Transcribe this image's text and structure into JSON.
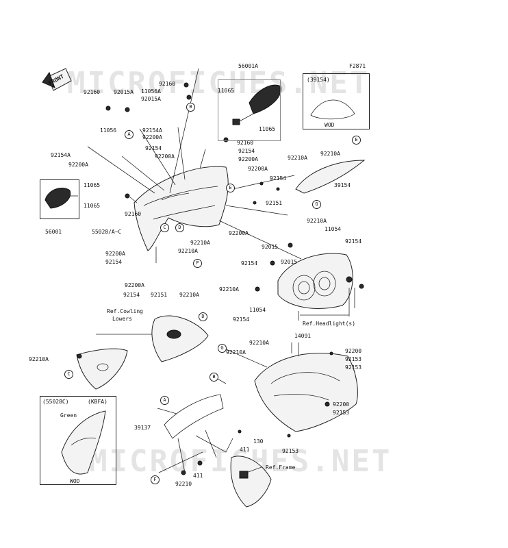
{
  "watermark": "MICROFICHES.NET",
  "figure_code": "F2871",
  "front_label": "FRONT",
  "boxes": {
    "inset_windscreen": {
      "code": "(39154)",
      "note": "WOD"
    },
    "inset_cowling": {
      "code": "(55028C)",
      "variant": "(KBFA)",
      "color": "Green",
      "note": "WOD"
    }
  },
  "refs": {
    "cowling_lowers_1": "Ref.Cowling",
    "cowling_lowers_2": "Lowers",
    "headlight": "Ref.Headlight(s)",
    "frame": "Ref.Frame"
  },
  "callouts": [
    "A",
    "B",
    "C",
    "D",
    "E",
    "F",
    "G"
  ],
  "labels": [
    "56001A",
    "11065",
    "11065",
    "92160",
    "11056A",
    "92015A",
    "92160",
    "92015A",
    "11056",
    "92154A",
    "92200A",
    "92154A",
    "92200A",
    "92154",
    "92200A",
    "92160",
    "92154",
    "92200A",
    "92200A",
    "92154",
    "92151",
    "11065",
    "11065",
    "92160",
    "56001",
    "55028/A~C",
    "92210A",
    "92200A",
    "92154",
    "92210A",
    "92200A",
    "92154",
    "92151",
    "92210A",
    "92200A",
    "92154",
    "92015",
    "92015",
    "92210A",
    "11054",
    "92154",
    "92210A",
    "92210A",
    "11054",
    "92154",
    "92210A",
    "39154",
    "92210A",
    "14091",
    "92200",
    "92153",
    "92153",
    "92210A",
    "92200",
    "92153",
    "92153",
    "39137",
    "130",
    "411",
    "411",
    "92210"
  ]
}
